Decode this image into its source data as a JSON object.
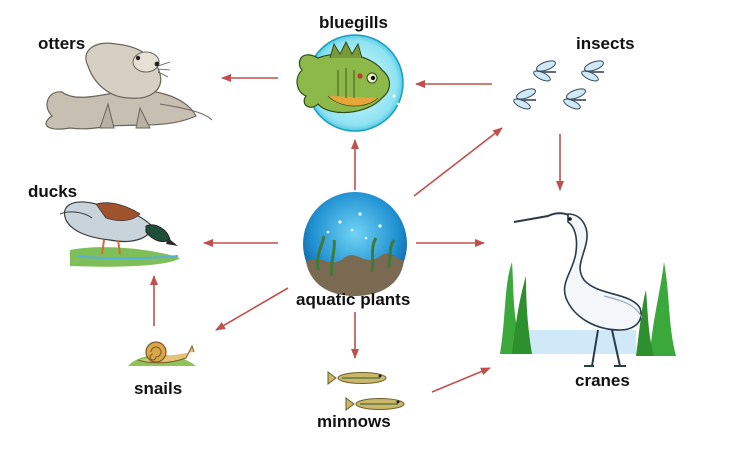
{
  "organisms": {
    "otters": "otters",
    "bluegills": "bluegills",
    "insects": "insects",
    "ducks": "ducks",
    "aquatic_plants": "aquatic plants",
    "snails": "snails",
    "minnows": "minnows",
    "cranes": "cranes"
  },
  "arrow_color": "#c0504d",
  "food_web": [
    {
      "from": "bluegills",
      "to": "otters"
    },
    {
      "from": "insects",
      "to": "bluegills"
    },
    {
      "from": "insects",
      "to": "cranes"
    },
    {
      "from": "aquatic_plants",
      "to": "bluegills"
    },
    {
      "from": "aquatic_plants",
      "to": "insects"
    },
    {
      "from": "aquatic_plants",
      "to": "ducks"
    },
    {
      "from": "aquatic_plants",
      "to": "cranes"
    },
    {
      "from": "aquatic_plants",
      "to": "snails"
    },
    {
      "from": "aquatic_plants",
      "to": "minnows"
    },
    {
      "from": "snails",
      "to": "ducks"
    },
    {
      "from": "minnows",
      "to": "cranes"
    }
  ]
}
